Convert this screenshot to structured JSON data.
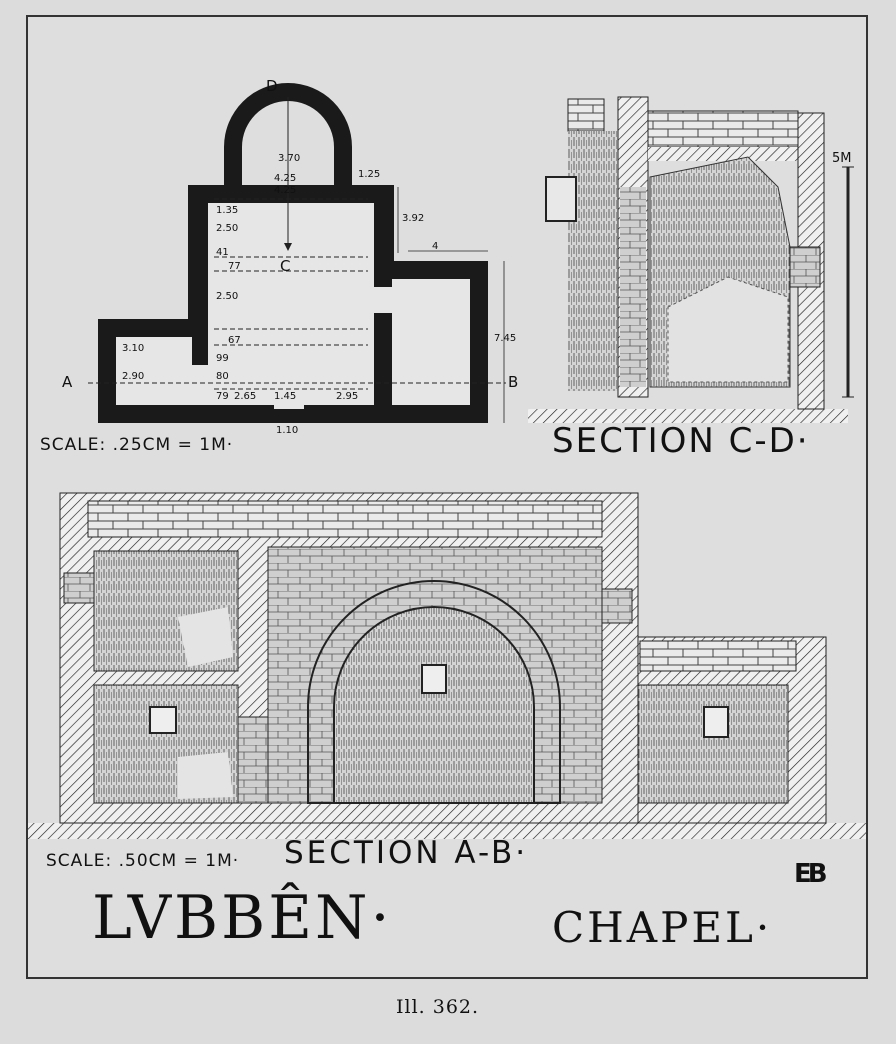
{
  "plan": {
    "label_a": "A",
    "label_b": "B",
    "label_c": "C",
    "label_d": "D",
    "scale": "SCALE: .25CM = 1M·",
    "dims": [
      "3.70",
      "4.25",
      "4.25",
      "1.25",
      "1.35",
      "2.50",
      "3.92",
      "4",
      "41",
      "77",
      "2.50",
      "7.45",
      "67",
      "3.10",
      "99",
      "2.90",
      "80",
      "79",
      "2.65",
      "1.45",
      "2.95",
      "1.10"
    ]
  },
  "section_cd": {
    "title": "SECTION C-D·",
    "scale_label": "5M"
  },
  "section_ab": {
    "scale": "SCALE: .50CM = 1M·",
    "title": "SECTION A-B·"
  },
  "titles": {
    "name": "LVBBÊN·",
    "chapel": "CHAPEL·",
    "monogram": "EB"
  },
  "caption": "Ill. 362."
}
